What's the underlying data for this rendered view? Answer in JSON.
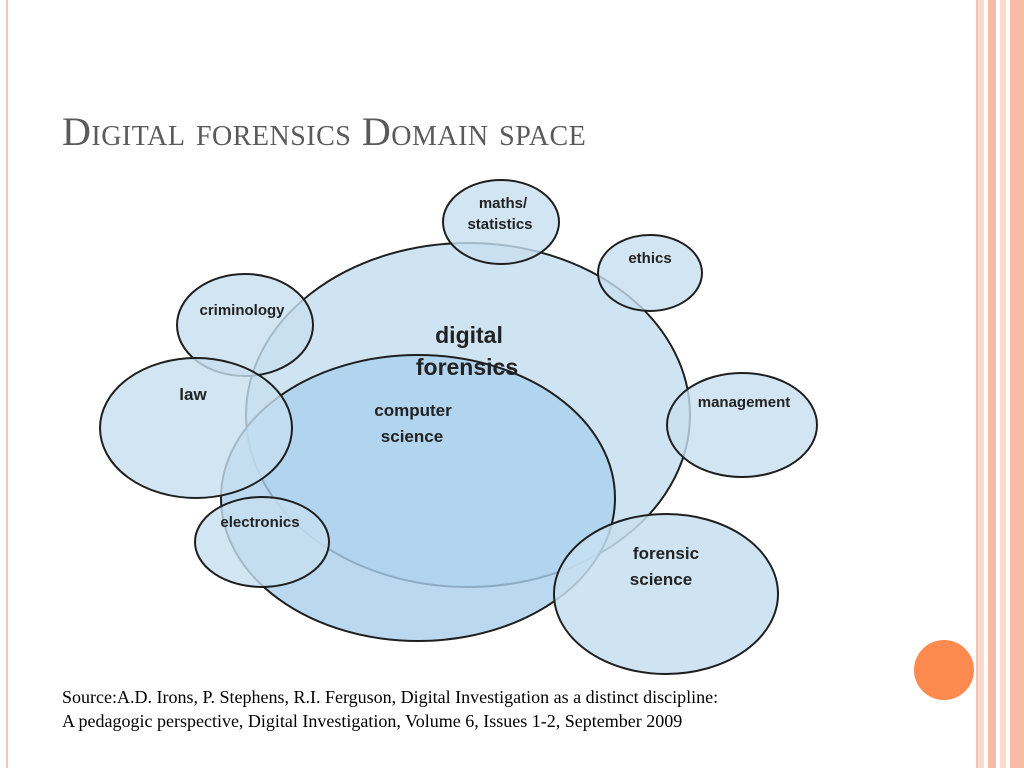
{
  "slide": {
    "title": "Digital forensics Domain space",
    "source_line1": "Source:A.D. Irons, P. Stephens, R.I. Ferguson, Digital Investigation as a distinct discipline:",
    "source_line2": "A pedagogic perspective, Digital Investigation, Volume 6, Issues 1-2, September 2009"
  },
  "diagram": {
    "center_line1": "digital",
    "center_line2": "forensics",
    "inner_line1": "computer",
    "inner_line2": "science",
    "satellites": {
      "maths_line1": "maths/",
      "maths_line2": "statistics",
      "ethics": "ethics",
      "criminology": "criminology",
      "law": "law",
      "management": "management",
      "electronics": "electronics",
      "forensic_line1": "forensic",
      "forensic_line2": "science"
    }
  },
  "colors": {
    "circle_fill": "#c7dff0",
    "inner_fill": "#a9d0ee",
    "stroke": "#1f1f1f",
    "accent_orange": "#fd8a4e",
    "border_peach": "#f4c7b4"
  }
}
